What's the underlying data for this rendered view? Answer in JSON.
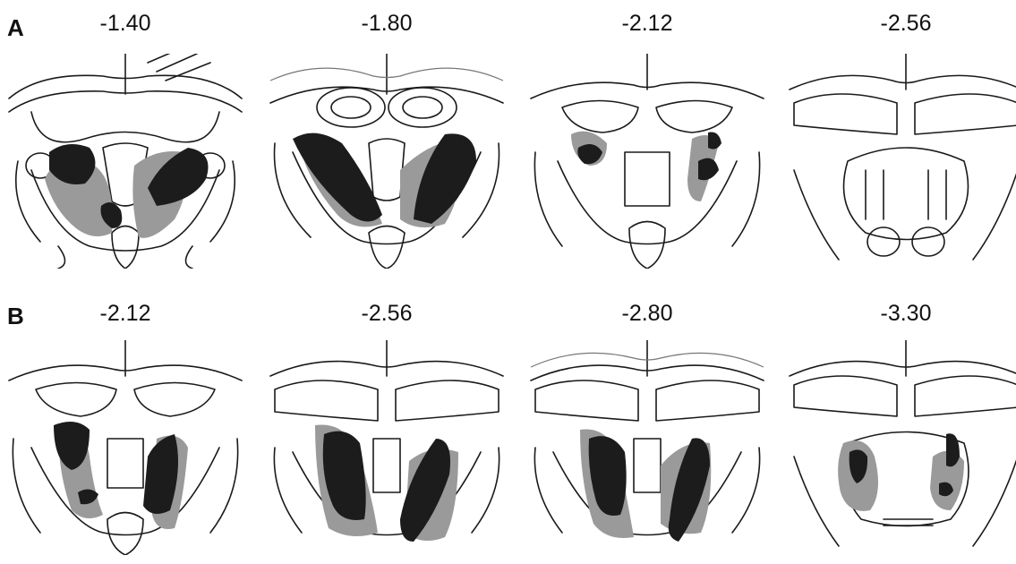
{
  "colors": {
    "lesion_dark": "#1c1c1c",
    "lesion_gray": "#9a9a9a",
    "outline": "#1a1a1a",
    "background": "#ffffff"
  },
  "rows": [
    {
      "label": "A",
      "sections": [
        {
          "coord": "-1.40"
        },
        {
          "coord": "-1.80"
        },
        {
          "coord": "-2.12"
        },
        {
          "coord": "-2.56"
        }
      ]
    },
    {
      "label": "B",
      "sections": [
        {
          "coord": "-2.12"
        },
        {
          "coord": "-2.56"
        },
        {
          "coord": "-2.80"
        },
        {
          "coord": "-3.30"
        }
      ]
    }
  ]
}
